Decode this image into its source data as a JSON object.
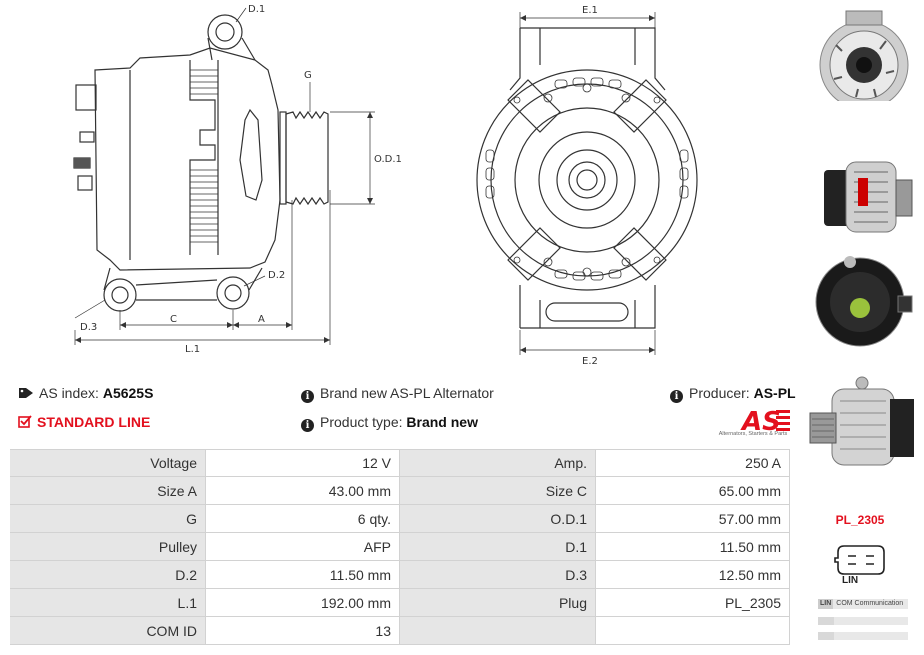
{
  "drawing_labels": {
    "d1": "D.1",
    "g": "G",
    "od1": "O.D.1",
    "d2": "D.2",
    "d3": "D.3",
    "c": "C",
    "a": "A",
    "l1": "L.1",
    "e1": "E.1",
    "e2": "E.2"
  },
  "info": {
    "as_index_label": "AS index:",
    "as_index_value": "A5625S",
    "standard_line": "STANDARD LINE",
    "brand_new": "Brand new AS-PL Alternator",
    "product_type_label": "Product type:",
    "product_type_value": "Brand new",
    "producer_label": "Producer:",
    "producer_value": "AS-PL",
    "logo_text": "AS",
    "logo_tagline": "Alternators, Starters & Parts"
  },
  "specs": [
    [
      "Voltage",
      "12 V",
      "Amp.",
      "250 A"
    ],
    [
      "Size A",
      "43.00 mm",
      "Size C",
      "65.00 mm"
    ],
    [
      "G",
      "6 qty.",
      "O.D.1",
      "57.00 mm"
    ],
    [
      "Pulley",
      "AFP",
      "D.1",
      "11.50 mm"
    ],
    [
      "D.2",
      "11.50 mm",
      "D.3",
      "12.50 mm"
    ],
    [
      "L.1",
      "192.00 mm",
      "Plug",
      "PL_2305"
    ],
    [
      "COM ID",
      "13",
      "",
      ""
    ]
  ],
  "plug": {
    "code": "PL_2305",
    "type": "LIN",
    "com_tag": "LIN",
    "com_text": "COM Communication"
  },
  "colors": {
    "accent": "#e3101e",
    "label_bg": "#e6e6e6",
    "border": "#d2d2d2"
  },
  "icons": {
    "tag": "tag-icon",
    "check": "check-square-icon",
    "info": "info-circle-icon"
  }
}
